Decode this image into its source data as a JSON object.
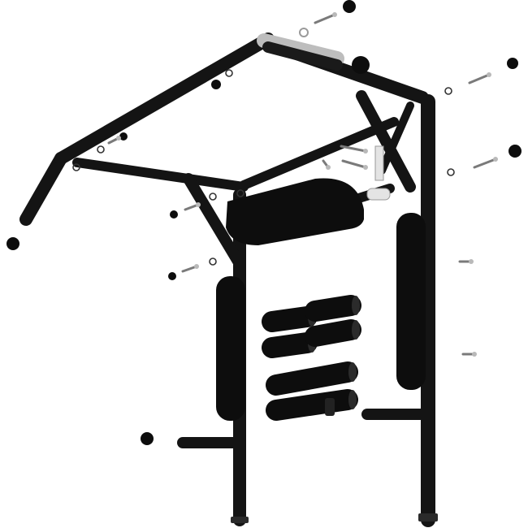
{
  "diagram": {
    "colors": {
      "frame": "#141414",
      "frame_highlight": "#3a3a3a",
      "pad": "#0d0d0d",
      "metal": "#b9b9b9",
      "metal_dark": "#7a7a7a",
      "white_part": "#e9e9e9",
      "background": "#ffffff"
    },
    "parts": [
      "pull-up-frame",
      "padded-backrest",
      "left-arm-pad",
      "right-arm-pad",
      "foam-roller-pads",
      "handle-grips",
      "end-caps",
      "bolts-and-washers",
      "feet"
    ]
  }
}
